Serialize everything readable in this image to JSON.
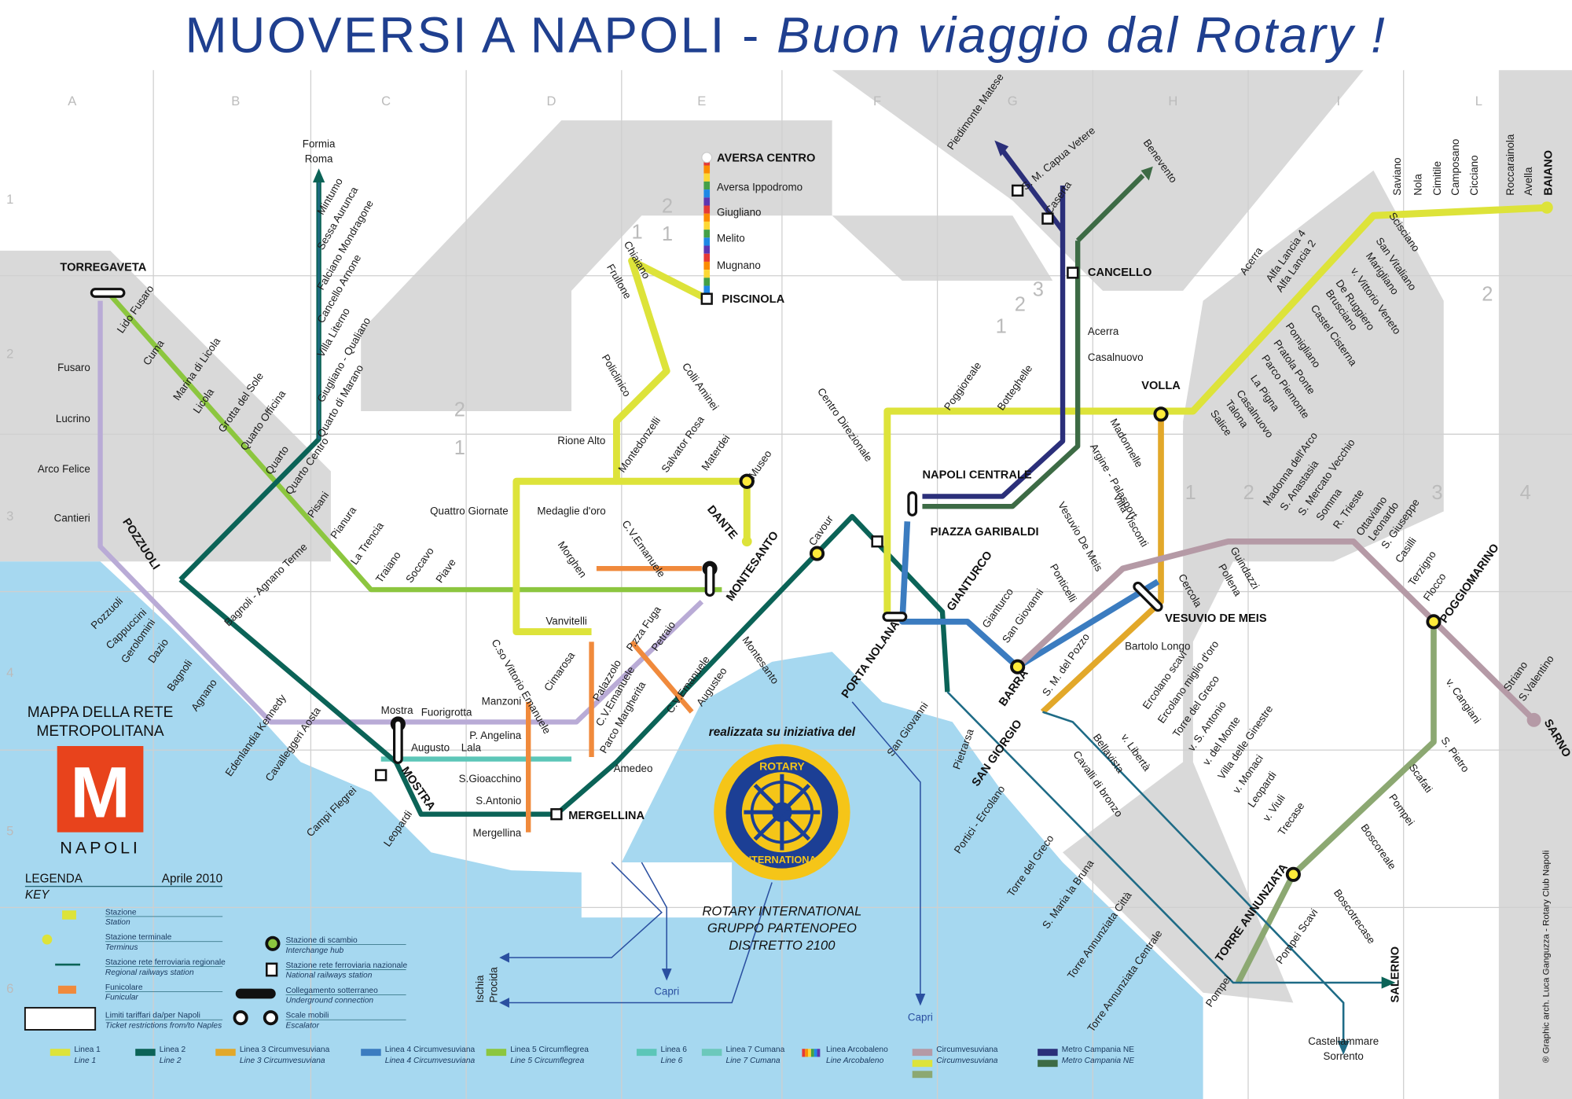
{
  "header": {
    "title_main": "MUOVERSI A NAPOLI - ",
    "title_italic": "Buon viaggio dal Rotary !",
    "color": "#1f3f8f"
  },
  "grid": {
    "columns": [
      "A",
      "B",
      "C",
      "D",
      "E",
      "F",
      "G",
      "H",
      "I",
      "L"
    ],
    "rows": [
      "1",
      "2",
      "3",
      "4",
      "5",
      "6"
    ]
  },
  "zones": [
    "1",
    "2",
    "2",
    "1",
    "3",
    "2",
    "1",
    "2",
    "1",
    "1",
    "2",
    "3",
    "4"
  ],
  "colors": {
    "sea": "#a6d8f0",
    "land_outside": "#d9d9d9",
    "land": "#ffffff"
  },
  "lines": [
    {
      "id": "l1",
      "name": "Linea 1",
      "color": "#dde33a"
    },
    {
      "id": "l2",
      "name": "Linea 2",
      "color": "#0b6357"
    },
    {
      "id": "l3",
      "name": "Linea 3 Circumvesuviana",
      "color": "#e2a82a"
    },
    {
      "id": "l4",
      "name": "Linea 4 Circumvesuviana",
      "color": "#3b7cc0"
    },
    {
      "id": "l5",
      "name": "Linea 5 Circumflegrea",
      "color": "#8cc63f"
    },
    {
      "id": "l6",
      "name": "Linea 6",
      "color": "#5cc6b8"
    },
    {
      "id": "l7",
      "name": "Linea 7 Cumana",
      "color": "#b9abd6"
    },
    {
      "id": "fun",
      "name": "Funicolare",
      "color": "#f08a3c"
    },
    {
      "id": "cvm",
      "name": "Circumvesuviana",
      "color": "#b59aa6"
    },
    {
      "id": "cvg",
      "name": "Circumvesuviana",
      "color": "#8ca872"
    },
    {
      "id": "mcn",
      "name": "Metro Campania NE",
      "color": "#2b2f7a"
    },
    {
      "id": "mcg",
      "name": "Metro Campania NE",
      "color": "#3d6b45"
    }
  ],
  "stations": [
    "TORREGAVETA",
    "Lido Fusaro",
    "Cuma",
    "Marina di Licola",
    "Licola",
    "Grotta del Sole",
    "Quarto Officina",
    "Quarto",
    "Quarto Centro",
    "Pisani",
    "Pianura",
    "La Trencia",
    "Traiano",
    "Soccavo",
    "Piave",
    "Fusaro",
    "Lucrino",
    "Arco Felice",
    "Cantieri",
    "POZZUOLI",
    "Pozzuoli",
    "Cappuccini",
    "Gerolomini",
    "Dazio",
    "Bagnoli",
    "Agnano",
    "Edenlandia Kennedy",
    "Cavalleggeri Aosta",
    "Mostra",
    "Fuorigrotta",
    "Bagnoli - Agnano Terme",
    "Campi Flegrei",
    "Leopardi",
    "MOSTRA",
    "MERGELLINA",
    "Amedeo",
    "Montesanto",
    "Cavour",
    "PIAZZA GARIBALDI",
    "GIANTURCO",
    "San Giovanni",
    "Pietrarsa",
    "Portici - Ercolano",
    "Torre del Greco",
    "S. Maria la Bruna",
    "Torre Annunziata Città",
    "Torre Annunziata Centrale",
    "Pompei",
    "SALERNO",
    "Quattro Giornate",
    "Medaglie d'oro",
    "Vanvitelli",
    "Morghen",
    "Rione Alto",
    "Montedonzelli",
    "Salvator Rosa",
    "Materdei",
    "Museo",
    "DANTE",
    "Chiaiano",
    "Frullone",
    "Policlinico",
    "Colli Aminei",
    "PISCINOLA",
    "AVERSA CENTRO",
    "Aversa Ippodromo",
    "Giugliano",
    "Melito",
    "Mugnano",
    "C.so Vittorio Emanuele",
    "Cimarosa",
    "Palazzolo",
    "P.zza Fuga",
    "C.V.Emanuele",
    "Petraio",
    "C.V.Emanuele",
    "Augusteo",
    "Parco Margherita",
    "Manzoni",
    "P. Angelina",
    "S.Gioacchino",
    "S.Antonio",
    "Mergellina",
    "Augusto",
    "Lala",
    "C.V.Emanuele",
    "MONTESANTO",
    "PORTA NOLANA",
    "NAPOLI CENTRALE",
    "Centro Direzionale",
    "Poggioreale",
    "Botteghelle",
    "Acerra",
    "Casalnuovo",
    "CANCELLO",
    "Caserta",
    "S. M. Capua Vetere",
    "Piedimonte Matese",
    "Benevento",
    "Formia",
    "Roma",
    "Mintumo",
    "Sessa Aurunca",
    "Falciano Mondragone",
    "Cancello Arnone",
    "Villa Literno",
    "Giugliano - Qualiano",
    "Quarto di Marano",
    "VOLLA",
    "Madonnelle",
    "Argine - Palasport",
    "Villa Visconti",
    "Vesuvio De Meis",
    "Ponticelli",
    "Cercola",
    "VESUVIO DE MEIS",
    "Bartolo Longo",
    "Gianturco",
    "San Giovanni",
    "BARRA",
    "S. M. del Pozzo",
    "SAN GIORGIO",
    "Bellavista",
    "Cavalli di bronzo",
    "v. Libertà",
    "Ercolano scavi",
    "Ercolano miglio d'oro",
    "Torre del Greco",
    "v. S. Antonio",
    "v. del Monte",
    "Villa delle Ginestre",
    "v. Monaci",
    "Leopardi",
    "v. Viuli",
    "Trecase",
    "TORRE ANNUNZIATA",
    "Boscotrecase",
    "Pompei Scavi",
    "Castellammare",
    "Sorrento",
    "Boscoreale",
    "Pompei",
    "Scafati",
    "S. Pietro",
    "v. Cangiani",
    "POGGIOMARINO",
    "Striano",
    "S.Valentino",
    "SARNO",
    "Flocco",
    "Terzigno",
    "Casilli",
    "S. Giuseppe",
    "Leonardo",
    "Ottaviano",
    "R. Trieste",
    "Somma",
    "S. Mercato Vecchio",
    "S. Anastasia",
    "Madonna dell'Arco",
    "Guindazzi",
    "Pollena",
    "Saviano",
    "Nola",
    "Cimitile",
    "Camposano",
    "Cicciano",
    "Roccarainola",
    "Avella",
    "BAIANO",
    "Acerra",
    "Alfa Lancia 4",
    "Alfa Lancia 2",
    "Scisciano",
    "San Vitaliano",
    "Marigliano",
    "v. Vittorio Veneto",
    "De Ruggiero",
    "Brusciano",
    "Castel Cisterna",
    "Pomigliano",
    "Pratola Ponte",
    "Parco Piemonte",
    "La Pigna",
    "Casalnuovo",
    "Talona",
    "Salice"
  ],
  "branding": {
    "map_title_1": "MAPPA DELLA RETE",
    "map_title_2": "METROPOLITANA",
    "logo_letter": "M",
    "city": "NAPOLI"
  },
  "legend": {
    "title": "LEGENDA",
    "title_en": "KEY",
    "date": "Aprile 2010",
    "symbols": [
      {
        "it": "Stazione",
        "en": "Station"
      },
      {
        "it": "Stazione terminale",
        "en": "Terminus"
      },
      {
        "it": "Stazione rete ferroviaria regionale",
        "en": "Regional railways station"
      },
      {
        "it": "Funicolare",
        "en": "Funicular"
      },
      {
        "it": "Limiti tariffari da/per Napoli",
        "en": "Ticket restrictions from/to Naples"
      },
      {
        "it": "Stazione di scambio",
        "en": "Interchange hub"
      },
      {
        "it": "Stazione rete ferroviaria nazionale",
        "en": "National railways station"
      },
      {
        "it": "Collegamento sotterraneo",
        "en": "Underground connection"
      },
      {
        "it": "Scale mobili",
        "en": "Escalator"
      }
    ],
    "lines": [
      {
        "it": "Linea 1",
        "en": "Line   1",
        "color": "#dde33a"
      },
      {
        "it": "Linea 2",
        "en": "Line   2",
        "color": "#0b6357"
      },
      {
        "it": "Linea 3 Circumvesuviana",
        "en": "Line   3 Circumvesuviana",
        "color": "#e2a82a"
      },
      {
        "it": "Linea 4 Circumvesuviana",
        "en": "Linea 4 Circumvesuviana",
        "color": "#3b7cc0"
      },
      {
        "it": "Linea 5 Circumflegrea",
        "en": "Line   5 Circumflegrea",
        "color": "#8cc63f"
      },
      {
        "it": "Linea 6",
        "en": "Line   6",
        "color": "#5cc6b8"
      },
      {
        "it": "Linea 7 Cumana",
        "en": "Line   7 Cumana",
        "color": "#6cc8bb"
      },
      {
        "it": "Linea Arcobaleno",
        "en": "Line   Arcobaleno",
        "color": "rainbow"
      },
      {
        "it": "Circumvesuviana",
        "en": "Circumvesuviana",
        "color": "#b59aa6"
      },
      {
        "it": "Metro Campania NE",
        "en": "Metro Campania NE",
        "color": "#2b2f7a"
      }
    ]
  },
  "rotary": {
    "intro": "realizzata su iniziativa del",
    "ring_top": "ROTARY",
    "ring_bottom": "INTERNATIONAL",
    "line1": "ROTARY INTERNATIONAL",
    "line2": "GRUPPO PARTENOPEO",
    "line3": "DISTRETTO 2100"
  },
  "ferries": {
    "ischia": "Ischia",
    "procida": "Procida",
    "capri1": "Capri",
    "capri2": "Capri"
  },
  "credit": "® Graphic arch. Luca Ganguzza - Rotary Club Napoli"
}
